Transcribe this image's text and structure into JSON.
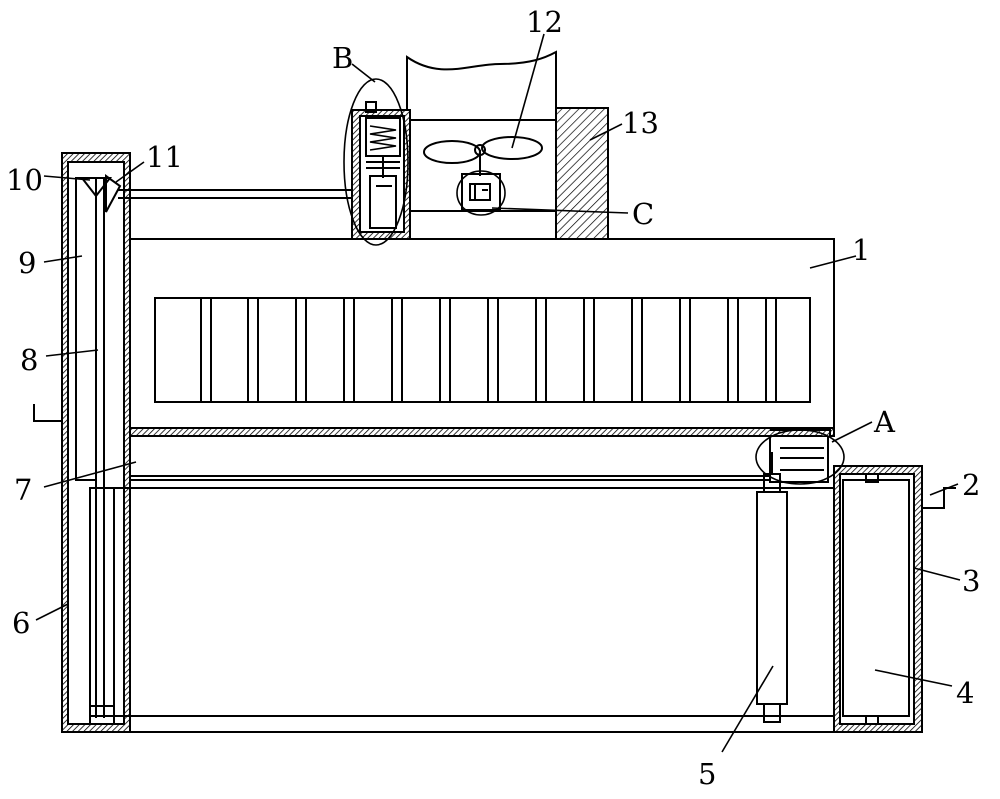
{
  "labels": {
    "n1": "1",
    "n2": "2",
    "n3": "3",
    "n4": "4",
    "n5": "5",
    "n6": "6",
    "n7": "7",
    "n8": "8",
    "n9": "9",
    "n10": "10",
    "n11": "11",
    "n12": "12",
    "n13": "13",
    "a": "A",
    "b": "B",
    "c": "C"
  },
  "colors": {
    "line": "#000000",
    "hatch": "#000000",
    "background": "#ffffff"
  }
}
